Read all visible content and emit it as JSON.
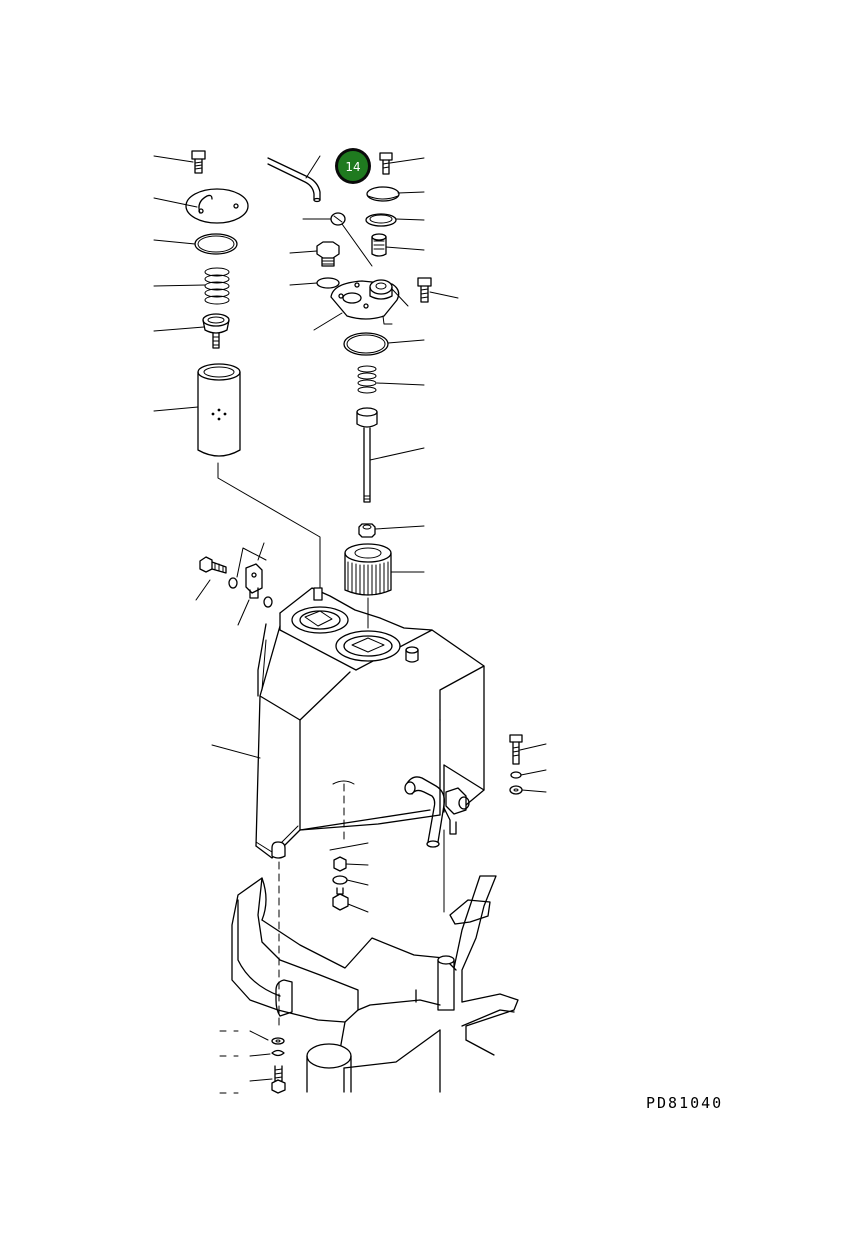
{
  "drawing": {
    "code": "PD81040",
    "highlight_label": "14",
    "highlight_color": "#1f7a1f"
  },
  "icons": [
    "callout-badge"
  ]
}
